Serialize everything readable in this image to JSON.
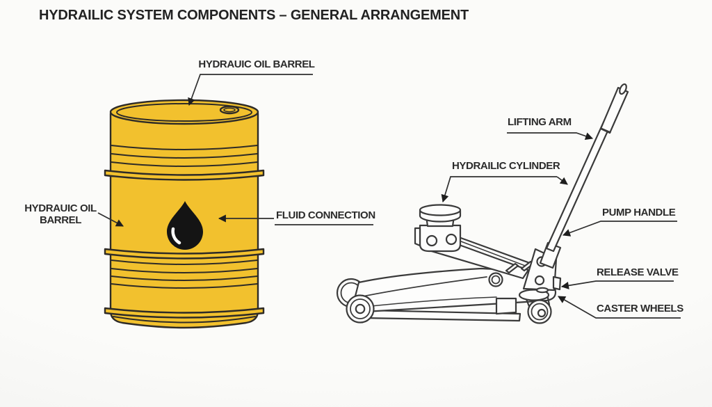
{
  "title": "HYDRAILIC SYSTEM COMPONENTS – GENERAL ARRANGEMENT",
  "colors": {
    "background": "#f6f6f4",
    "barrel_yellow": "#f2c12e",
    "outline": "#2e2b27",
    "drop_black": "#141414",
    "text": "#2b2b2b",
    "leader_line": "#3a3a3a"
  },
  "icons": {
    "oil_drop": "oil-drop-icon"
  },
  "barrel": {
    "label_top": "HYDRAUIC OIL BARREL",
    "label_left": [
      "HYDRAUIC OIL",
      "BARREL"
    ],
    "label_fluid": "FLUID CONNECTION"
  },
  "jack": {
    "label_lifting_arm": "LIFTING ARM",
    "label_cylinder": "HYDRAILIC CYLINDER",
    "label_pump_handle": "PUMP HANDLE",
    "label_release_valve": "RELEASE VALVE",
    "label_caster_wheels": "CASTER WHEELS"
  }
}
